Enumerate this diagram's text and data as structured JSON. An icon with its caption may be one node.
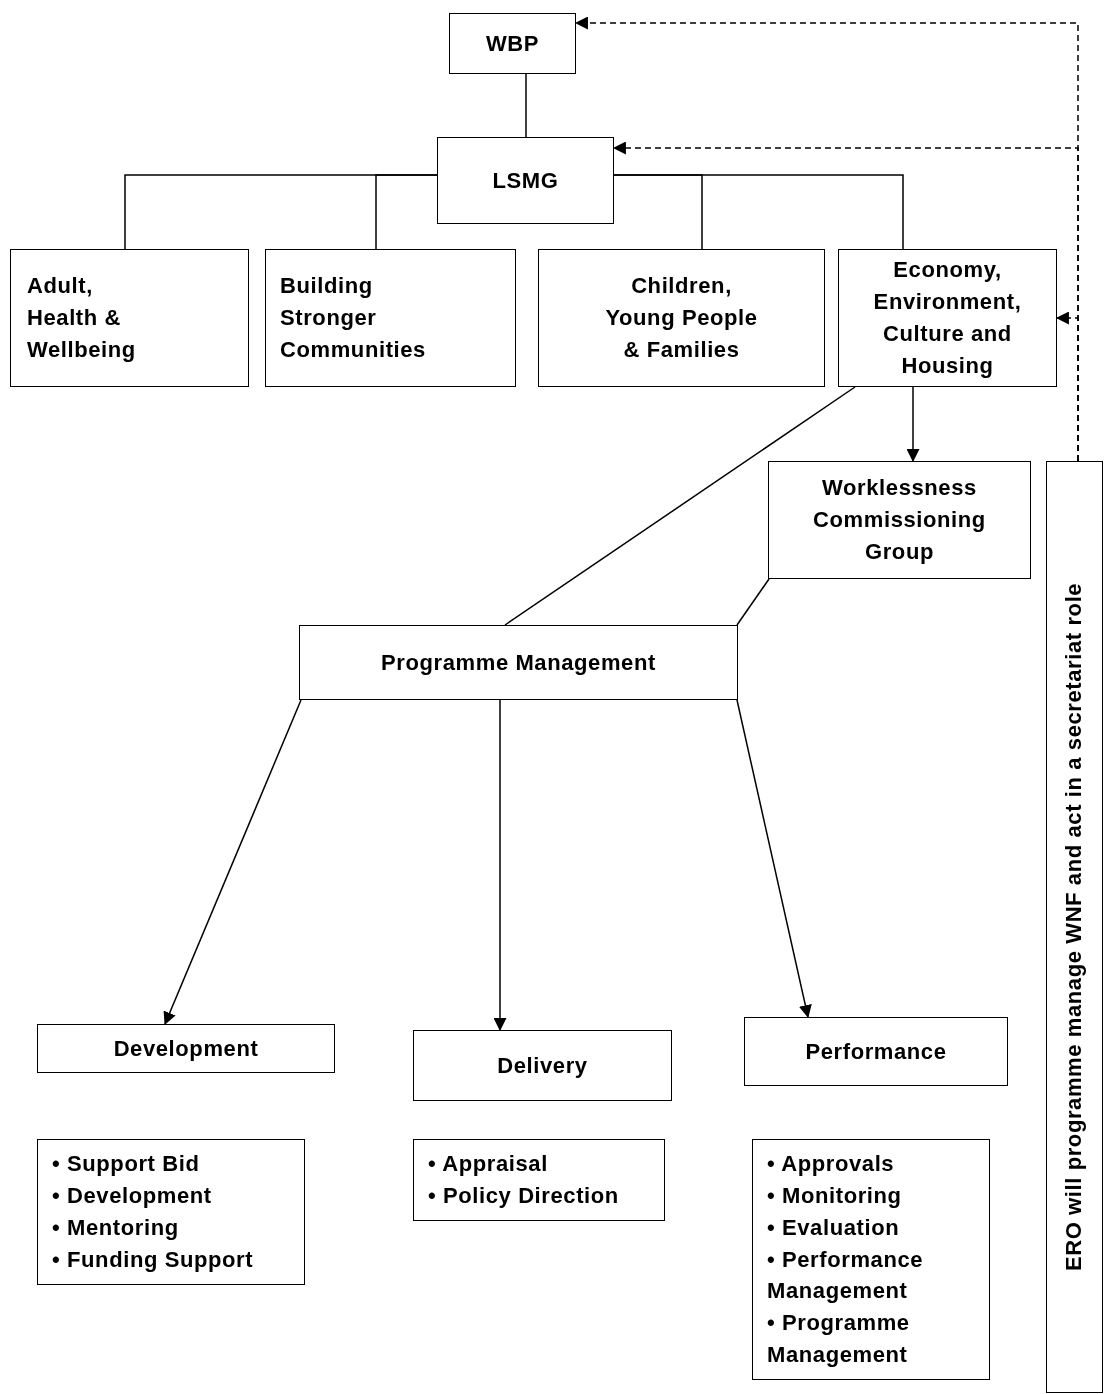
{
  "diagram": {
    "nodes": [
      {
        "text": [
          "WBP"
        ]
      },
      {
        "text": [
          "LSMG"
        ]
      },
      {
        "text": [
          "Adult, Health & Wellbeing"
        ]
      },
      {
        "text": [
          "Building Stronger Communities"
        ]
      },
      {
        "text": [
          "Children, Young People & Families"
        ]
      },
      {
        "text": [
          "Economy, Environment, Culture and Housing"
        ]
      },
      {
        "text": [
          "Worklessness Commissioning Group"
        ]
      },
      {
        "text": [
          "Programme Management"
        ]
      },
      {
        "text": [
          "Development"
        ]
      },
      {
        "text": [
          "Delivery"
        ]
      },
      {
        "text": [
          "Performance"
        ]
      },
      {
        "text": [
          "• Support Bid",
          "• Development",
          "• Mentoring",
          "• Funding Support"
        ]
      },
      {
        "text": [
          "• Appraisal",
          "• Policy Direction"
        ]
      },
      {
        "text": [
          "• Approvals",
          "• Monitoring",
          "• Evaluation",
          "• Performance Management",
          "• Programme Management"
        ]
      },
      {
        "text": [
          "ERO will programme manage WNF and act in a secretariat role"
        ]
      }
    ],
    "edges": [
      {
        "from": 0,
        "to": 1,
        "arrow": "none"
      },
      {
        "from": 1,
        "to": 2,
        "arrow": "none"
      },
      {
        "from": 1,
        "to": 3,
        "arrow": "none"
      },
      {
        "from": 1,
        "to": 4,
        "arrow": "none"
      },
      {
        "from": 1,
        "to": 5,
        "arrow": "none"
      },
      {
        "from": 5,
        "to": 6,
        "arrow": "to"
      },
      {
        "from": 5,
        "to": 7,
        "arrow": "none"
      },
      {
        "from": 6,
        "to": 7,
        "arrow": "none"
      },
      {
        "from": 7,
        "to": 8,
        "arrow": "to"
      },
      {
        "from": 7,
        "to": 9,
        "arrow": "to"
      },
      {
        "from": 7,
        "to": 10,
        "arrow": "to"
      },
      {
        "from": 14,
        "to": 0,
        "arrow": "to",
        "style": "dashed"
      },
      {
        "from": 14,
        "to": 1,
        "arrow": "to",
        "style": "dashed"
      },
      {
        "from": 14,
        "to": 5,
        "arrow": "to",
        "style": "dashed"
      }
    ]
  }
}
